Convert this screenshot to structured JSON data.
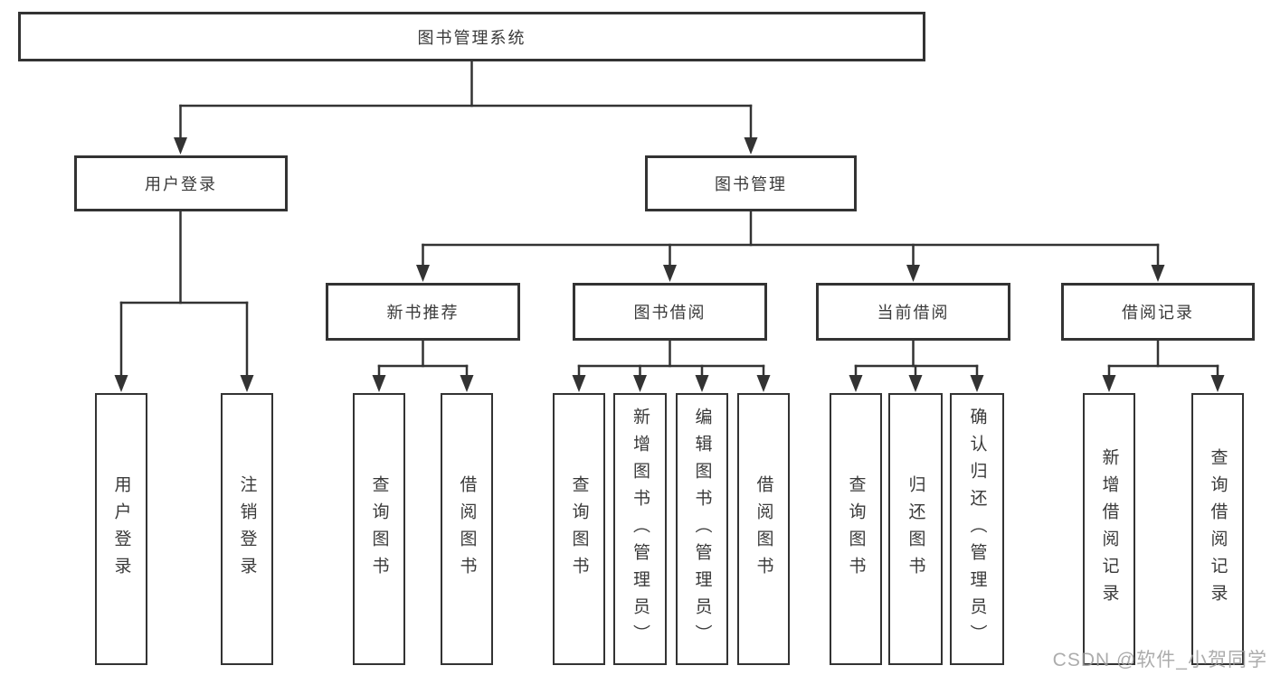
{
  "diagram": {
    "root": {
      "label": "图书管理系统"
    },
    "level2": [
      {
        "label": "用户登录"
      },
      {
        "label": "图书管理"
      }
    ],
    "level3": [
      {
        "label": "新书推荐"
      },
      {
        "label": "图书借阅"
      },
      {
        "label": "当前借阅"
      },
      {
        "label": "借阅记录"
      }
    ],
    "leaves": {
      "user_login": [
        {
          "label": "用户登录"
        },
        {
          "label": "注销登录"
        }
      ],
      "new_book_recommend": [
        {
          "label": "查询图书"
        },
        {
          "label": "借阅图书"
        }
      ],
      "book_borrow": [
        {
          "label": "查询图书"
        },
        {
          "label": "新增图书（管理员）"
        },
        {
          "label": "编辑图书（管理员）"
        },
        {
          "label": "借阅图书"
        }
      ],
      "current_borrow": [
        {
          "label": "查询图书"
        },
        {
          "label": "归还图书"
        },
        {
          "label": "确认归还（管理员）"
        }
      ],
      "borrow_records": [
        {
          "label": "新增借阅记录"
        },
        {
          "label": "查询借阅记录"
        }
      ]
    },
    "colors": {
      "line": "#333333",
      "box_border": "#333333",
      "box_fill": "#ffffff",
      "text": "#3a3a3a",
      "background": "#ffffff",
      "watermark": "#9e9e9e"
    }
  },
  "watermark": {
    "text": "CSDN @软件_小贺同学"
  }
}
